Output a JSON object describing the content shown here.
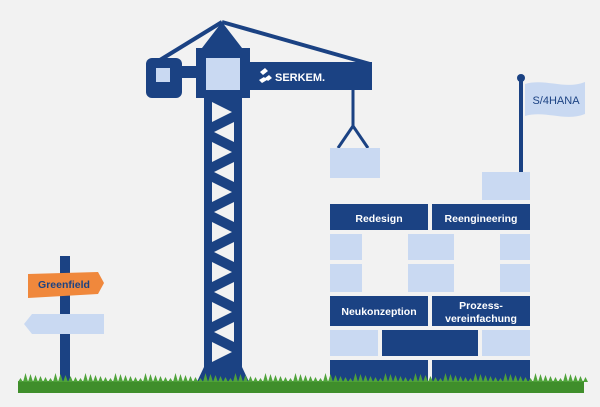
{
  "crane": {
    "brand": "SERKEM."
  },
  "flag": {
    "label": "S/4HANA"
  },
  "signpost": {
    "top_label": "Greenfield",
    "bottom_label": ""
  },
  "wall": {
    "blocks": {
      "redesign": "Redesign",
      "reengineering": "Reengineering",
      "neukonzeption": "Neukonzeption",
      "prozess_line1": "Prozess-",
      "prozess_line2": "vereinfachung"
    }
  },
  "colors": {
    "navy": "#1b4283",
    "light_blue": "#c9d9f2",
    "orange": "#f0883c",
    "grass": "#3f8e2b",
    "background": "#f2f2f2"
  }
}
